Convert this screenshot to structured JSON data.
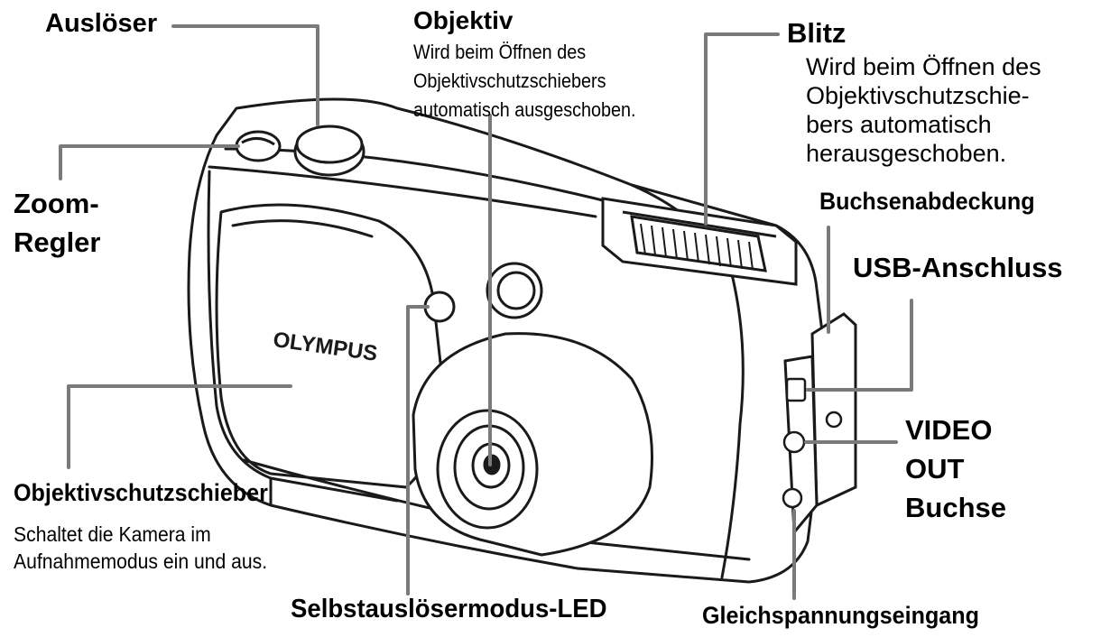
{
  "labels": {
    "ausloeser": {
      "title": "Auslöser"
    },
    "zoom": {
      "title_line1": "Zoom-",
      "title_line2": "Regler"
    },
    "objektiv": {
      "title": "Objektiv",
      "desc_line1": "Wird beim Öffnen des",
      "desc_line2": "Objektivschutzschiebers",
      "desc_line3": "automatisch ausgeschoben."
    },
    "blitz": {
      "title": "Blitz",
      "desc_line1": "Wird beim Öffnen des",
      "desc_line2": "Objektivschutzschie-",
      "desc_line3": "bers automatisch",
      "desc_line4": "herausgeschoben."
    },
    "buchsenabdeckung": {
      "title": "Buchsenabdeckung"
    },
    "usb": {
      "title": "USB-Anschluss"
    },
    "video": {
      "title_line1": "VIDEO",
      "title_line2": "OUT",
      "title_line3": "Buchse"
    },
    "objektivschutz": {
      "title": "Objektivschutzschieber",
      "desc_line1": "Schaltet die Kamera im",
      "desc_line2": "Aufnahmemodus ein und aus."
    },
    "selbstausloeser": {
      "title": "Selbstauslösermodus-LED"
    },
    "gleichspannung": {
      "title": "Gleichspannungseingang"
    }
  },
  "camera": {
    "brand": "OLYMPUS",
    "stroke_color": "#1a1a1a",
    "leader_color": "#7a7a7a"
  }
}
